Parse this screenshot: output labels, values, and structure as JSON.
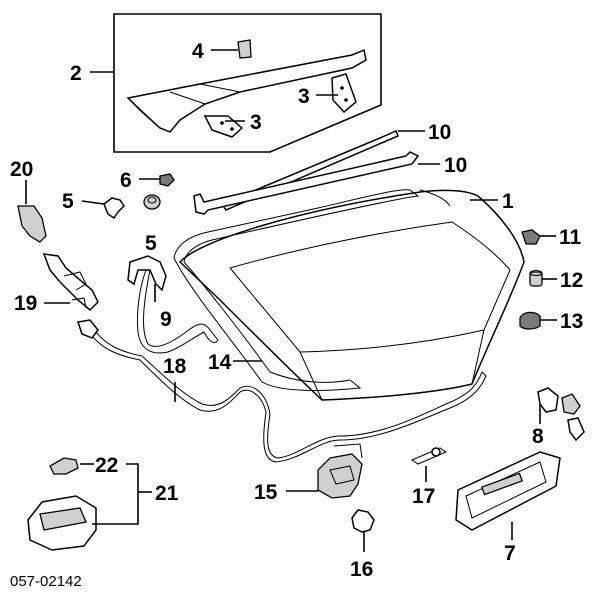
{
  "diagram_code": "057-02142",
  "callouts": {
    "c1": "1",
    "c2": "2",
    "c3a": "3",
    "c3b": "3",
    "c4": "4",
    "c5a": "5",
    "c5b": "5",
    "c6": "6",
    "c7": "7",
    "c8": "8",
    "c9": "9",
    "c10a": "10",
    "c10b": "10",
    "c11": "11",
    "c12": "12",
    "c13": "13",
    "c14": "14",
    "c15": "15",
    "c16": "16",
    "c17": "17",
    "c18": "18",
    "c19": "19",
    "c20": "20",
    "c21": "21",
    "c22": "22"
  }
}
